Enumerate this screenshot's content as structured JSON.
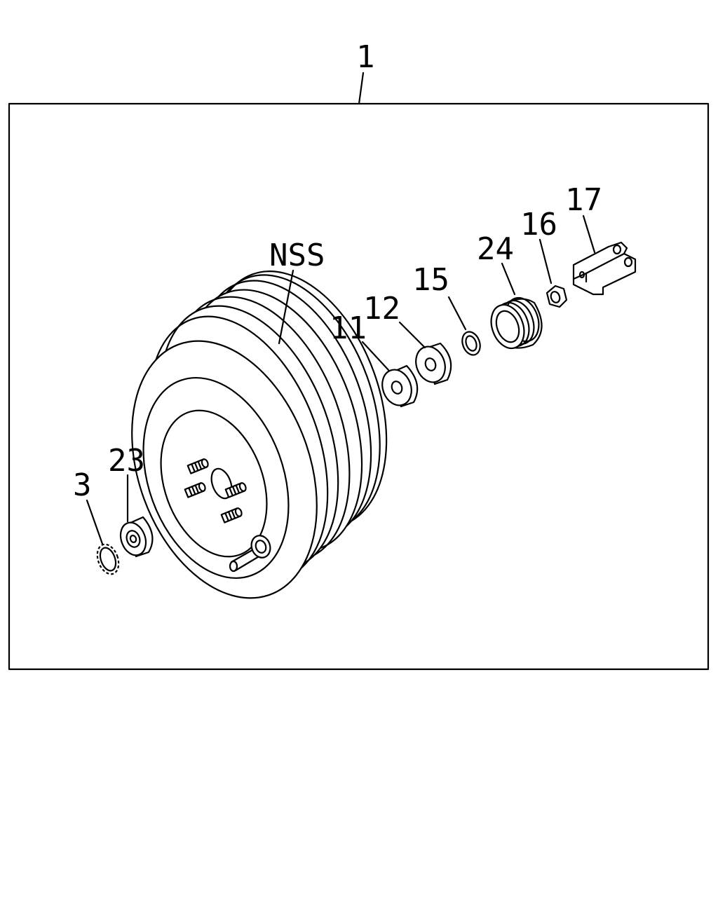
{
  "diagram": {
    "callouts": {
      "assembly": "1",
      "nss": "NSS",
      "p11": "11",
      "p12": "12",
      "p15": "15",
      "p24": "24",
      "p16": "16",
      "p17": "17",
      "p23": "23",
      "p3": "3"
    }
  }
}
